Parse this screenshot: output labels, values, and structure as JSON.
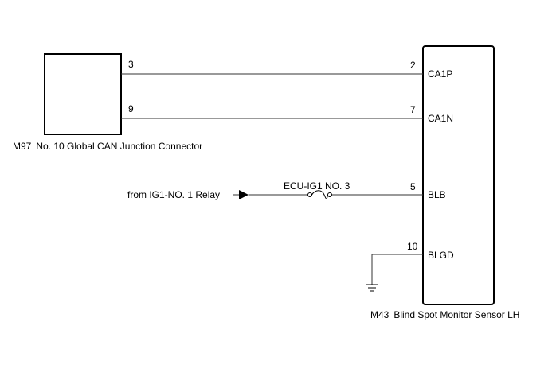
{
  "left_connector": {
    "code": "M97",
    "name": "No. 10 Global CAN Junction Connector",
    "pins": [
      "3",
      "9"
    ]
  },
  "right_component": {
    "code": "M43",
    "name": "Blind Spot Monitor Sensor LH",
    "terminals": [
      {
        "pin": "2",
        "name": "CA1P"
      },
      {
        "pin": "7",
        "name": "CA1N"
      },
      {
        "pin": "5",
        "name": "BLB"
      },
      {
        "pin": "10",
        "name": "BLGD"
      }
    ]
  },
  "power_source": "from IG1-NO. 1 Relay",
  "fuse": "ECU-IG1 NO. 3",
  "colors": {
    "line": "#000000",
    "background": "#ffffff"
  }
}
